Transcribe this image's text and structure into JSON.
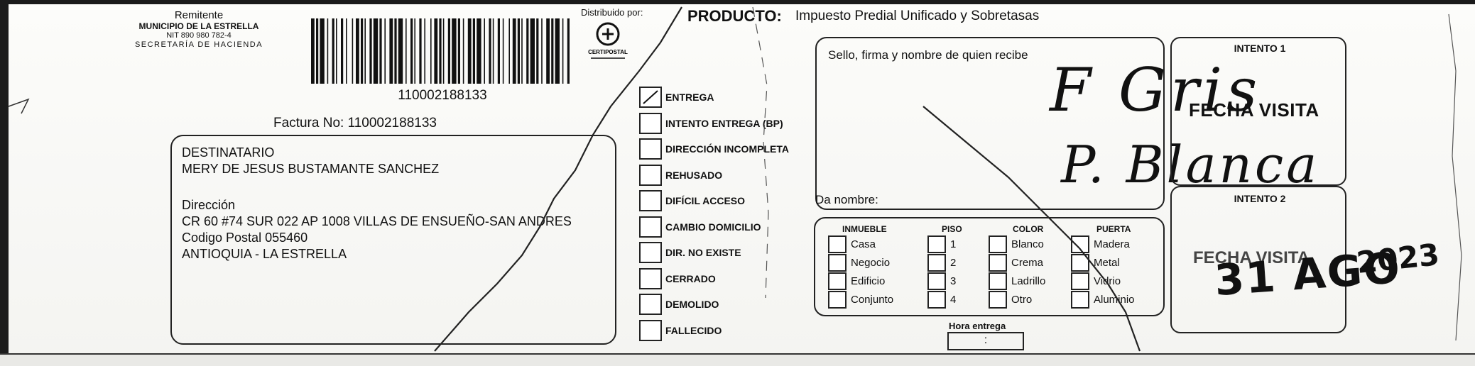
{
  "sender": {
    "label": "Remitente",
    "municipio": "MUNICIPIO DE LA ESTRELLA",
    "nit": "NIT 890 980 782-4",
    "secretaria": "SECRETARÍA DE HACIENDA"
  },
  "barcode_number": "110002188133",
  "factura": "Factura No: 110002188133",
  "recipient": {
    "title": "DESTINATARIO",
    "name": "MERY DE JESUS BUSTAMANTE SANCHEZ",
    "address_label": "Dirección",
    "address": "CR 60  #74 SUR 022 AP 1008 VILLAS DE ENSUEÑO-SAN ANDRES",
    "postal": "Codigo Postal  055460",
    "region": "ANTIOQUIA - LA ESTRELLA"
  },
  "distributor": {
    "label": "Distribuido por:",
    "logo_name": "CERTIPOSTAL"
  },
  "product": {
    "label": "PRODUCTO:",
    "value": "Impuesto Predial Unificado y Sobretasas"
  },
  "status_options": [
    {
      "label": "ENTREGA",
      "checked": true
    },
    {
      "label": "INTENTO ENTREGA (BP)",
      "checked": false
    },
    {
      "label": "DIRECCIÓN INCOMPLETA",
      "checked": false
    },
    {
      "label": "REHUSADO",
      "checked": false
    },
    {
      "label": "DIFÍCIL ACCESO",
      "checked": false
    },
    {
      "label": "CAMBIO DOMICILIO",
      "checked": false
    },
    {
      "label": "DIR. NO EXISTE",
      "checked": false
    },
    {
      "label": "CERRADO",
      "checked": false
    },
    {
      "label": "DEMOLIDO",
      "checked": false
    },
    {
      "label": "FALLECIDO",
      "checked": false
    }
  ],
  "receipt": {
    "label": "Sello, firma y nombre de quien recibe",
    "name_label": "Da nombre:",
    "handwriting_line1": "F Gris",
    "handwriting_line2": "P. Blanca"
  },
  "property": {
    "headers": [
      "INMUEBLE",
      "PISO",
      "COLOR",
      "PUERTA"
    ],
    "inmueble": [
      "Casa",
      "Negocio",
      "Edificio",
      "Conjunto"
    ],
    "piso": [
      "1",
      "2",
      "3",
      "4"
    ],
    "color": [
      "Blanco",
      "Crema",
      "Ladrillo",
      "Otro"
    ],
    "puerta": [
      "Madera",
      "Metal",
      "Vidrio",
      "Aluminio"
    ]
  },
  "hora": {
    "label": "Hora entrega",
    "value": ":"
  },
  "attempts": {
    "attempt1_title": "INTENTO 1",
    "attempt1_field": "FECHA VISITA",
    "attempt2_title": "INTENTO 2",
    "attempt2_field": "FECHA VISITA",
    "stamp_date": "31 AGO",
    "stamp_year": "2023"
  },
  "colors": {
    "ink": "#111111",
    "paper": "#f7f7f4"
  }
}
